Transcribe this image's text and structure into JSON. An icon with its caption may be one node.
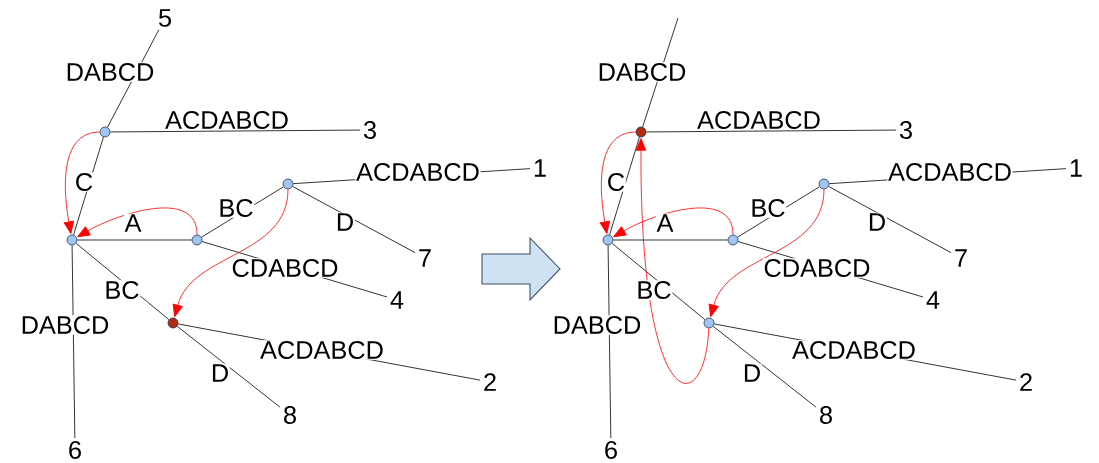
{
  "diagram": {
    "nodes": [
      {
        "text": [],
        "shape": "circle"
      },
      {
        "text": [],
        "shape": "circle"
      },
      {
        "text": [],
        "shape": "circle"
      },
      {
        "text": [],
        "shape": "circle"
      },
      {
        "text": [],
        "shape": "circle"
      },
      {
        "text": [
          "5"
        ]
      },
      {
        "text": [
          "3"
        ]
      },
      {
        "text": [
          "1"
        ]
      },
      {
        "text": [
          "7"
        ]
      },
      {
        "text": [
          "4"
        ]
      },
      {
        "text": [
          "2"
        ]
      },
      {
        "text": [
          "8"
        ]
      },
      {
        "text": [
          "6"
        ]
      },
      {
        "text": [],
        "shape": "circle"
      },
      {
        "text": [],
        "shape": "circle"
      },
      {
        "text": [],
        "shape": "circle"
      },
      {
        "text": [],
        "shape": "circle"
      },
      {
        "text": [],
        "shape": "circle"
      },
      {
        "text": [
          "3"
        ]
      },
      {
        "text": [
          "1"
        ]
      },
      {
        "text": [
          "7"
        ]
      },
      {
        "text": [
          "4"
        ]
      },
      {
        "text": [
          "2"
        ]
      },
      {
        "text": [
          "8"
        ]
      },
      {
        "text": [
          "6"
        ]
      }
    ],
    "edges": [
      {
        "from": 1,
        "to": 5,
        "arrow": "none",
        "label": "DABCD"
      },
      {
        "from": 1,
        "to": 6,
        "arrow": "none",
        "label": "ACDABCD"
      },
      {
        "from": 0,
        "to": 1,
        "arrow": "none",
        "label": "C"
      },
      {
        "from": 0,
        "to": 2,
        "arrow": "none",
        "label": "A"
      },
      {
        "from": 2,
        "to": 3,
        "arrow": "none",
        "label": "BC"
      },
      {
        "from": 3,
        "to": 7,
        "arrow": "none",
        "label": "ACDABCD"
      },
      {
        "from": 3,
        "to": 8,
        "arrow": "none",
        "label": "D"
      },
      {
        "from": 2,
        "to": 9,
        "arrow": "none",
        "label": "CDABCD"
      },
      {
        "from": 0,
        "to": 4,
        "arrow": "none",
        "label": "BC"
      },
      {
        "from": 4,
        "to": 10,
        "arrow": "none",
        "label": "ACDABCD"
      },
      {
        "from": 4,
        "to": 11,
        "arrow": "none",
        "label": "D"
      },
      {
        "from": 0,
        "to": 12,
        "arrow": "none",
        "label": "DABCD"
      },
      {
        "from": 1,
        "to": 0,
        "arrow": "to",
        "color": "#ff0000"
      },
      {
        "from": 2,
        "to": 0,
        "arrow": "to",
        "color": "#ff0000"
      },
      {
        "from": 3,
        "to": 4,
        "arrow": "to",
        "color": "#ff0000"
      },
      {
        "from": 14,
        "to": null,
        "arrow": "none",
        "label": "DABCD"
      },
      {
        "from": 14,
        "to": 18,
        "arrow": "none",
        "label": "ACDABCD"
      },
      {
        "from": 13,
        "to": 14,
        "arrow": "none",
        "label": "C"
      },
      {
        "from": 13,
        "to": 15,
        "arrow": "none",
        "label": "A"
      },
      {
        "from": 15,
        "to": 16,
        "arrow": "none",
        "label": "BC"
      },
      {
        "from": 16,
        "to": 19,
        "arrow": "none",
        "label": "ACDABCD"
      },
      {
        "from": 16,
        "to": 20,
        "arrow": "none",
        "label": "D"
      },
      {
        "from": 15,
        "to": 21,
        "arrow": "none",
        "label": "CDABCD"
      },
      {
        "from": 13,
        "to": 17,
        "arrow": "none",
        "label": "BC"
      },
      {
        "from": 17,
        "to": 22,
        "arrow": "none",
        "label": "ACDABCD"
      },
      {
        "from": 17,
        "to": 23,
        "arrow": "none",
        "label": "D"
      },
      {
        "from": 13,
        "to": 24,
        "arrow": "none",
        "label": "DABCD"
      },
      {
        "from": 14,
        "to": 13,
        "arrow": "to",
        "color": "#ff0000"
      },
      {
        "from": 15,
        "to": 13,
        "arrow": "to",
        "color": "#ff0000"
      },
      {
        "from": 16,
        "to": 17,
        "arrow": "to",
        "color": "#ff0000"
      },
      {
        "from": 17,
        "to": 14,
        "arrow": "to",
        "color": "#ff0000"
      }
    ]
  }
}
